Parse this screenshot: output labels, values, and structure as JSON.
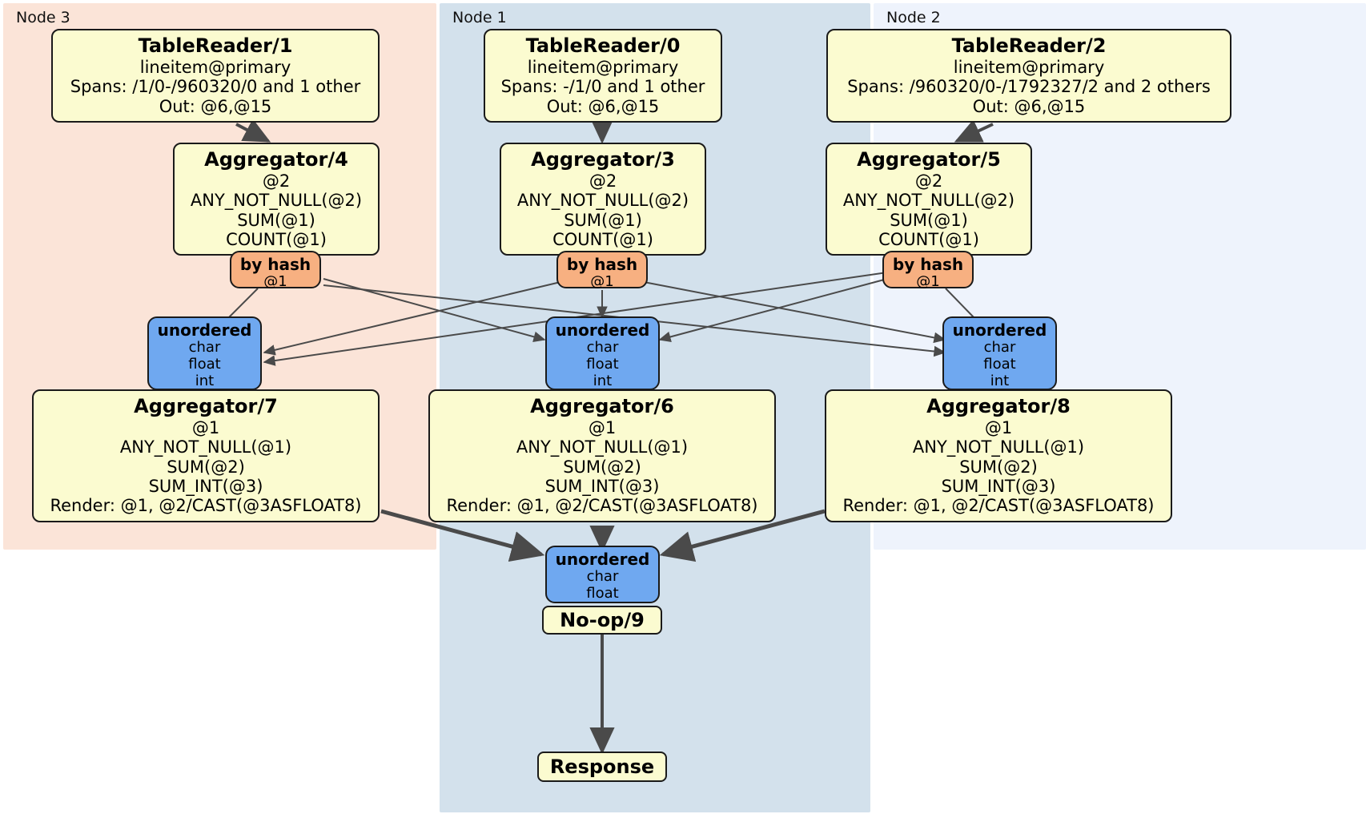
{
  "diagram": {
    "type": "distributed-query-execution-plan",
    "title": "",
    "colors": {
      "node3_panel": "#fbe4d8",
      "node1_panel": "#d3e1ec",
      "node2_panel": "#eef3fc",
      "processor_fill": "#fbfbd0",
      "processor_border": "#1a1a1a",
      "hash_router_fill": "#f7b081",
      "unordered_router_fill": "#6fa8f0",
      "edge_thin": "#4a4a4a",
      "edge_thick": "#4a4a4a"
    }
  },
  "panels": [
    {
      "id": "node3",
      "label": "Node 3"
    },
    {
      "id": "node1",
      "label": "Node 1"
    },
    {
      "id": "node2",
      "label": "Node 2"
    }
  ],
  "processors": {
    "tablereader_1": {
      "title": "TableReader/1",
      "lines": [
        "lineitem@primary",
        "Spans: /1/0-/960320/0 and 1 other",
        "Out: @6,@15"
      ]
    },
    "tablereader_0": {
      "title": "TableReader/0",
      "lines": [
        "lineitem@primary",
        "Spans: -/1/0 and 1 other",
        "Out: @6,@15"
      ]
    },
    "tablereader_2": {
      "title": "TableReader/2",
      "lines": [
        "lineitem@primary",
        "Spans: /960320/0-/1792327/2 and 2 others",
        "Out: @6,@15"
      ]
    },
    "aggregator_4": {
      "title": "Aggregator/4",
      "lines": [
        "@2",
        "ANY_NOT_NULL(@2)",
        "SUM(@1)",
        "COUNT(@1)"
      ]
    },
    "aggregator_3": {
      "title": "Aggregator/3",
      "lines": [
        "@2",
        "ANY_NOT_NULL(@2)",
        "SUM(@1)",
        "COUNT(@1)"
      ]
    },
    "aggregator_5": {
      "title": "Aggregator/5",
      "lines": [
        "@2",
        "ANY_NOT_NULL(@2)",
        "SUM(@1)",
        "COUNT(@1)"
      ]
    },
    "aggregator_7": {
      "title": "Aggregator/7",
      "lines": [
        "@1",
        "ANY_NOT_NULL(@1)",
        "SUM(@2)",
        "SUM_INT(@3)",
        "Render: @1, @2/CAST(@3ASFLOAT8)"
      ]
    },
    "aggregator_6": {
      "title": "Aggregator/6",
      "lines": [
        "@1",
        "ANY_NOT_NULL(@1)",
        "SUM(@2)",
        "SUM_INT(@3)",
        "Render: @1, @2/CAST(@3ASFLOAT8)"
      ]
    },
    "aggregator_8": {
      "title": "Aggregator/8",
      "lines": [
        "@1",
        "ANY_NOT_NULL(@1)",
        "SUM(@2)",
        "SUM_INT(@3)",
        "Render: @1, @2/CAST(@3ASFLOAT8)"
      ]
    },
    "noop_9": {
      "title": "No-op/9"
    },
    "response": {
      "title": "Response"
    }
  },
  "routers": {
    "hash_left": {
      "title": "by hash",
      "lines": [
        "@1"
      ]
    },
    "hash_center": {
      "title": "by hash",
      "lines": [
        "@1"
      ]
    },
    "hash_right": {
      "title": "by hash",
      "lines": [
        "@1"
      ]
    },
    "unordered_left": {
      "title": "unordered",
      "lines": [
        "char",
        "float",
        "int"
      ]
    },
    "unordered_center": {
      "title": "unordered",
      "lines": [
        "char",
        "float",
        "int"
      ]
    },
    "unordered_right": {
      "title": "unordered",
      "lines": [
        "char",
        "float",
        "int"
      ]
    },
    "unordered_final": {
      "title": "unordered",
      "lines": [
        "char",
        "float"
      ]
    }
  }
}
